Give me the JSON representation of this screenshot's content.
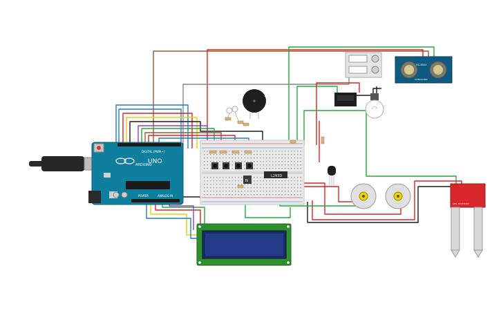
{
  "circuit": {
    "arduino": {
      "brand": "ARDUINO",
      "model": "UNO",
      "digital_label": "DIGITAL (PWM~)",
      "power_label": "POWER",
      "analog_label": "ANALOG IN"
    },
    "lcd": {
      "rows": 2,
      "cols": 16
    },
    "driver_chip": {
      "label": "L293D"
    },
    "transistor": {
      "label": "N"
    },
    "ultrasonic": {
      "label": "HC-SR04",
      "sub_label": "ULTRASONIC"
    },
    "soil_sensor": {
      "label": "SOIL MOISTURE"
    },
    "colors": {
      "wire_red": "#e02020",
      "wire_green": "#22a83a",
      "wire_blue": "#1f78d1",
      "wire_black": "#1a1a1a",
      "wire_yellow": "#e8d000",
      "wire_brown": "#9a5a2a",
      "wire_purple": "#9b3fb5",
      "wire_gray": "#888888",
      "board_teal": "#0f7fa0",
      "breadboard": "#e9e9e9"
    }
  }
}
